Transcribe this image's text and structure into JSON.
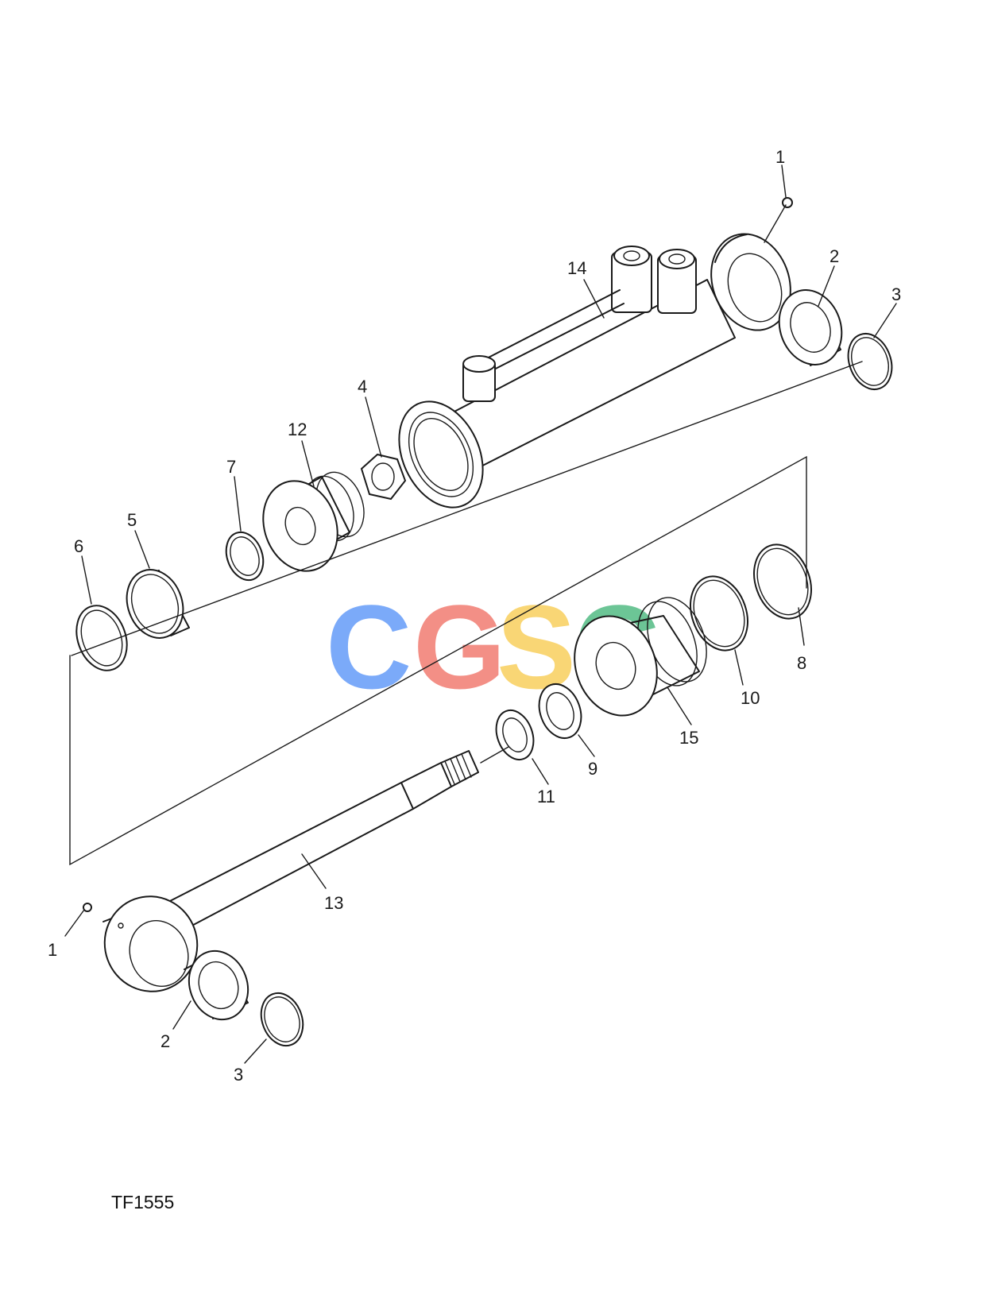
{
  "figure_id": "TF1555",
  "watermark": {
    "letters": [
      "C",
      "G",
      "S",
      "C"
    ],
    "colors": [
      "#4f8ef7",
      "#f06a5e",
      "#f7c948",
      "#3bb273"
    ]
  },
  "callouts": {
    "c1_top": "1",
    "c2_top": "2",
    "c3_top": "3",
    "c14": "14",
    "c4": "4",
    "c12": "12",
    "c7": "7",
    "c5": "5",
    "c6": "6",
    "c8": "8",
    "c10": "10",
    "c15": "15",
    "c9": "9",
    "c11": "11",
    "c13": "13",
    "c1_bottom": "1",
    "c2_bottom": "2",
    "c3_bottom": "3"
  }
}
